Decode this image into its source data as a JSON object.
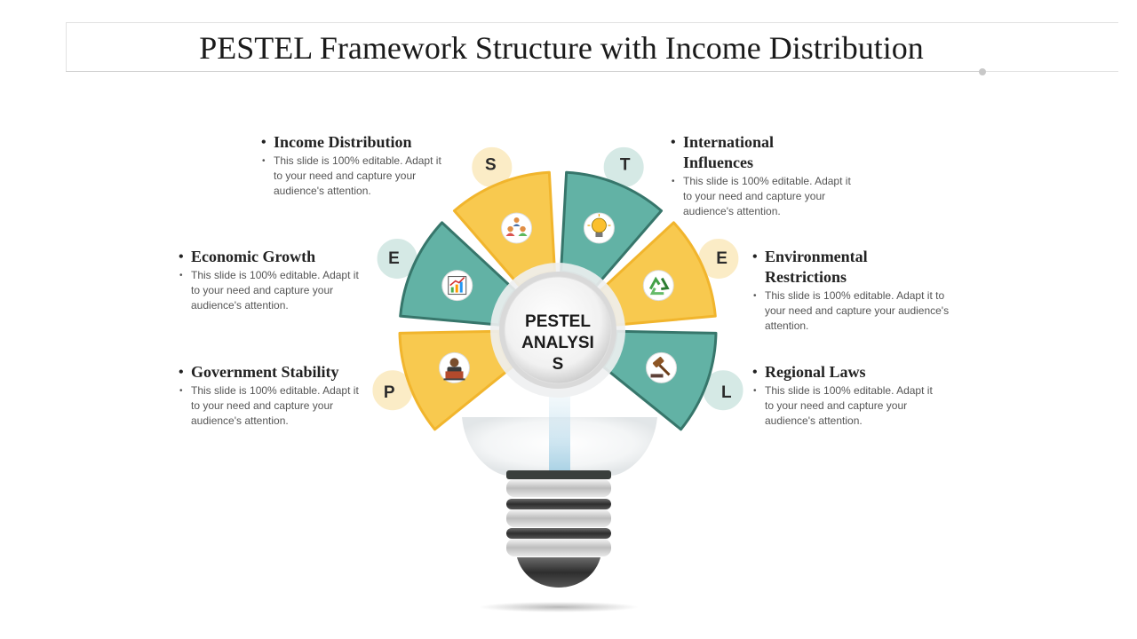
{
  "slide": {
    "title": "PESTEL Framework Structure with Income Distribution"
  },
  "center": {
    "line1": "PESTEL",
    "line2": "ANALYSI",
    "line3": "S"
  },
  "colors": {
    "yellow": "#f8c94f",
    "yellow_border": "#f1b52d",
    "teal": "#62b2a5",
    "teal_border": "#37766b",
    "yellow_tint": "#fbecc6",
    "teal_tint": "#d5e9e5"
  },
  "segments": [
    {
      "letter": "P",
      "color": "yellow",
      "icon": "podium-speaker-icon"
    },
    {
      "letter": "E",
      "color": "teal",
      "icon": "growth-chart-icon"
    },
    {
      "letter": "S",
      "color": "yellow",
      "icon": "people-group-icon"
    },
    {
      "letter": "T",
      "color": "teal",
      "icon": "lightbulb-icon"
    },
    {
      "letter": "E",
      "color": "yellow",
      "icon": "recycle-icon"
    },
    {
      "letter": "L",
      "color": "teal",
      "icon": "gavel-icon"
    }
  ],
  "items": {
    "government_stability": {
      "title": "Government Stability",
      "desc": "This slide is 100% editable. Adapt it to your need and capture your audience's attention."
    },
    "economic_growth": {
      "title": "Economic Growth",
      "desc": "This slide is 100% editable. Adapt it to your need and capture your audience's attention."
    },
    "income_distribution": {
      "title": "Income Distribution",
      "desc": "This slide is 100% editable. Adapt it to your need and capture your audience's attention."
    },
    "international_influences": {
      "title": "International Influences",
      "desc": "This slide is 100% editable. Adapt it to your need and capture your audience's attention."
    },
    "environmental_restrictions": {
      "title": "Environmental Restrictions",
      "desc": "This slide is 100% editable. Adapt it to your need and capture your audience's attention."
    },
    "regional_laws": {
      "title": "Regional Laws",
      "desc": "This slide is 100% editable. Adapt it to your need and capture your audience's attention."
    }
  }
}
